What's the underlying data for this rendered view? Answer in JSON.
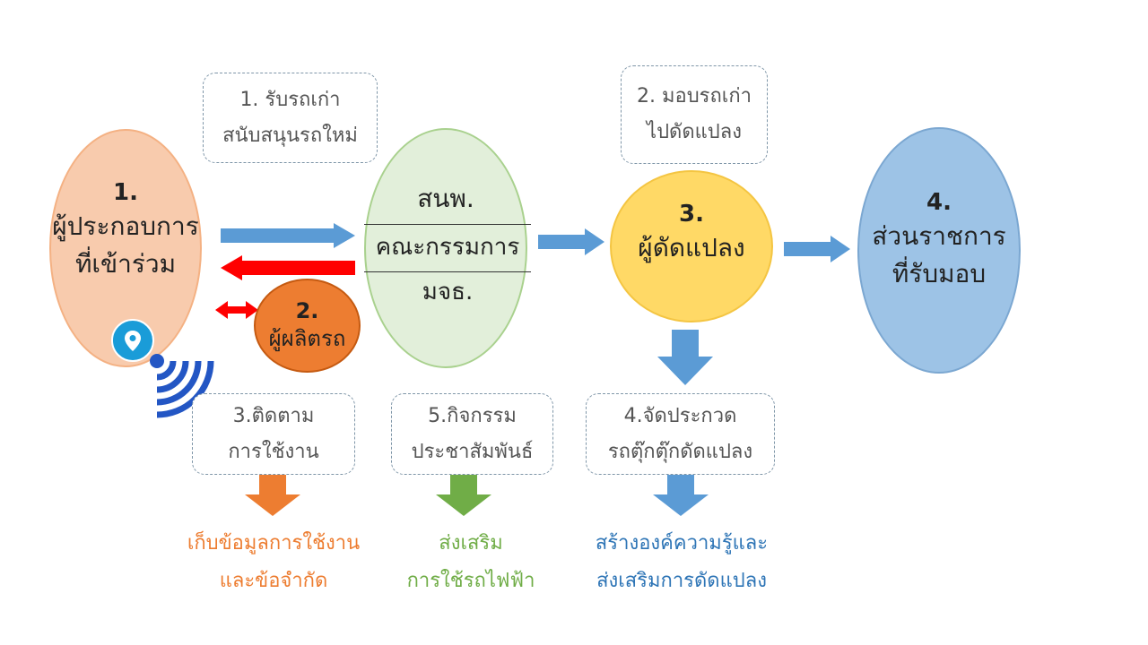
{
  "nodes": {
    "operator": {
      "number": "1.",
      "line1": "ผู้ประกอบการ",
      "line2": "ที่เข้าร่วม",
      "color": "#f8cbad"
    },
    "manufacturer": {
      "number": "2.",
      "label": "ผู้ผลิตรถ",
      "color": "#ed7d31"
    },
    "committee": {
      "line1": "สนพ.",
      "line2": "คณะกรรมการ",
      "line3": "มจธ.",
      "color": "#e2efda"
    },
    "converter": {
      "number": "3.",
      "label": "ผู้ดัดแปลง",
      "color": "#ffd966"
    },
    "government": {
      "number": "4.",
      "line1": "ส่วนราชการ",
      "line2": "ที่รับมอบ",
      "color": "#9dc3e6"
    }
  },
  "boxes": {
    "receive": {
      "line1": "1. รับรถเก่า",
      "line2": "สนับสนุนรถใหม่"
    },
    "deliver": {
      "line1": "2. มอบรถเก่า",
      "line2": "ไปดัดแปลง"
    },
    "track": {
      "line1": "3.ติดตาม",
      "line2": "การใช้งาน"
    },
    "pr": {
      "line1": "5.กิจกรรม",
      "line2": "ประชาสัมพันธ์"
    },
    "contest": {
      "line1": "4.จัดประกวด",
      "line2": "รถตุ๊กตุ๊กดัดแปลง"
    }
  },
  "outcomes": {
    "data": {
      "line1": "เก็บข้อมูลการใช้งาน",
      "line2": "และข้อจำกัด",
      "color": "#ed7d31"
    },
    "promote": {
      "line1": "ส่งเสริม",
      "line2": "การใช้รถไฟฟ้า",
      "color": "#70ad47"
    },
    "knowledge": {
      "line1": "สร้างองค์ความรู้และ",
      "line2": "ส่งเสริมการดัดแปลง",
      "color": "#2e75b6"
    }
  },
  "icons": [
    "location-pin-icon",
    "wifi-signal-icon"
  ],
  "colors": {
    "blue_arrow": "#5b9bd5",
    "red_arrow": "#ff0000",
    "orange_arrow": "#ed7d31",
    "green_arrow": "#70ad47"
  }
}
